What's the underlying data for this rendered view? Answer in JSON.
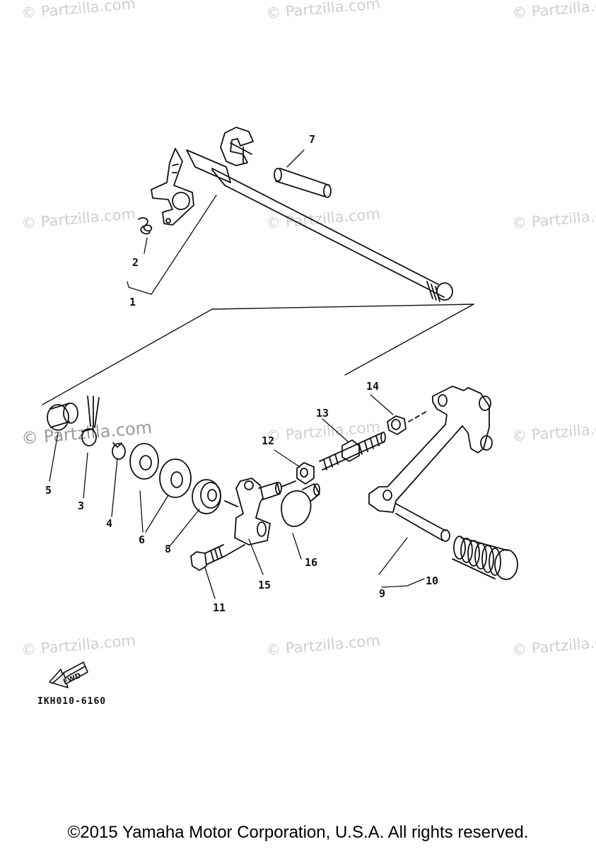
{
  "watermark": "© Partzilla.com",
  "callouts": {
    "c1": "1",
    "c2": "2",
    "c3": "3",
    "c4": "4",
    "c5": "5",
    "c6": "6",
    "c7": "7",
    "c8": "8",
    "c9": "9",
    "c10": "10",
    "c11": "11",
    "c12": "12",
    "c13": "13",
    "c14": "14",
    "c15": "15",
    "c16": "16"
  },
  "fwd_label": "FWD",
  "part_code": "IKH010-6160",
  "copyright": "©2015 Yamaha Motor Corporation, U.S.A. All rights reserved.",
  "icons": [
    "fwd-arrow-icon"
  ]
}
